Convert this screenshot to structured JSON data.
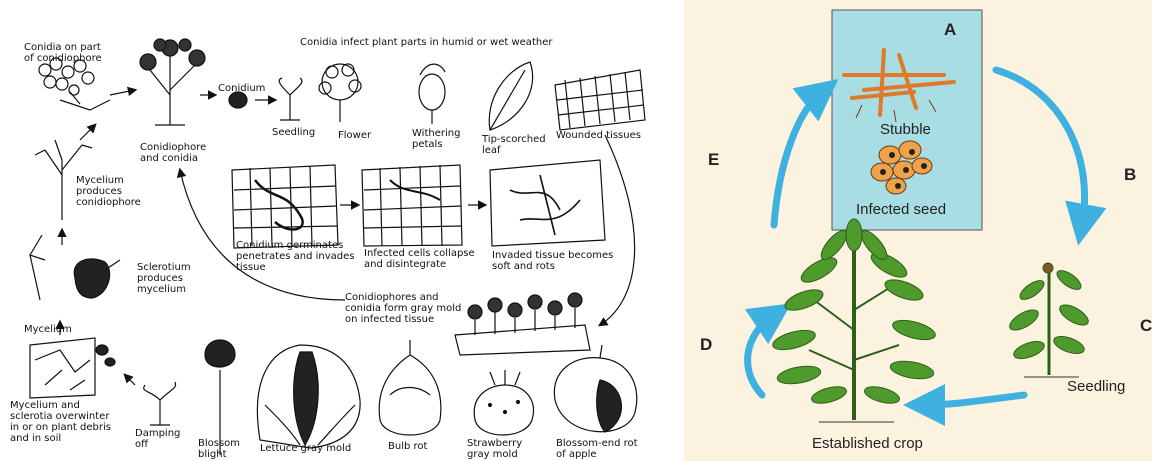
{
  "left_diagram": {
    "labels": {
      "conidia_on_part": "Conidia on part\nof conidiophore",
      "conidia_infect": "Conidia infect plant parts in humid or wet weather",
      "conidium": "Conidium",
      "seedling": "Seedling",
      "flower": "Flower",
      "withering_petals": "Withering\npetals",
      "tip_scorched_leaf": "Tip-scorched\nleaf",
      "wounded_tissues": "Wounded tissues",
      "conidiophore_and_conidia": "Conidiophore\nand conidia",
      "mycelium_produces_conidiophore": "Mycelium\nproduces\nconidiophore",
      "conidium_germinates": "Conidium germinates\npenetrates and invades\ntissue",
      "infected_cells_collapse": "Infected cells collapse\nand disintegrate",
      "invaded_tissue_soft": "Invaded tissue becomes\nsoft and rots",
      "sclerotium_produces_mycelium": "Sclerotium\nproduces\nmycelium",
      "conidiophores_gray_mold": "Conidiophores and\nconidia form gray mold\non infected tissue",
      "mycelium": "Mycelium",
      "mycelium_overwinter": "Mycelium and\nsclerotia overwinter\nin or on plant debris\nand in soil",
      "damping_off": "Damping\noff",
      "blossom_blight": "Blossom\nblight",
      "lettuce_gray_mold": "Lettuce gray mold",
      "bulb_rot": "Bulb rot",
      "strawberry_gray_mold": "Strawberry\ngray mold",
      "blossom_end_rot": "Blossom-end rot\nof apple"
    }
  },
  "right_diagram": {
    "letters": {
      "a": "A",
      "b": "B",
      "c": "C",
      "d": "D",
      "e": "E"
    },
    "labels": {
      "stubble": "Stubble",
      "infected_seed": "Infected seed",
      "seedling": "Seedling",
      "established_crop": "Established crop"
    },
    "colors": {
      "box_fill": "#a8dde4",
      "arrow": "#3fb1e0",
      "plant": "#4f9a2c",
      "stubble": "#e07a2a",
      "background": "#fbf3df"
    }
  }
}
